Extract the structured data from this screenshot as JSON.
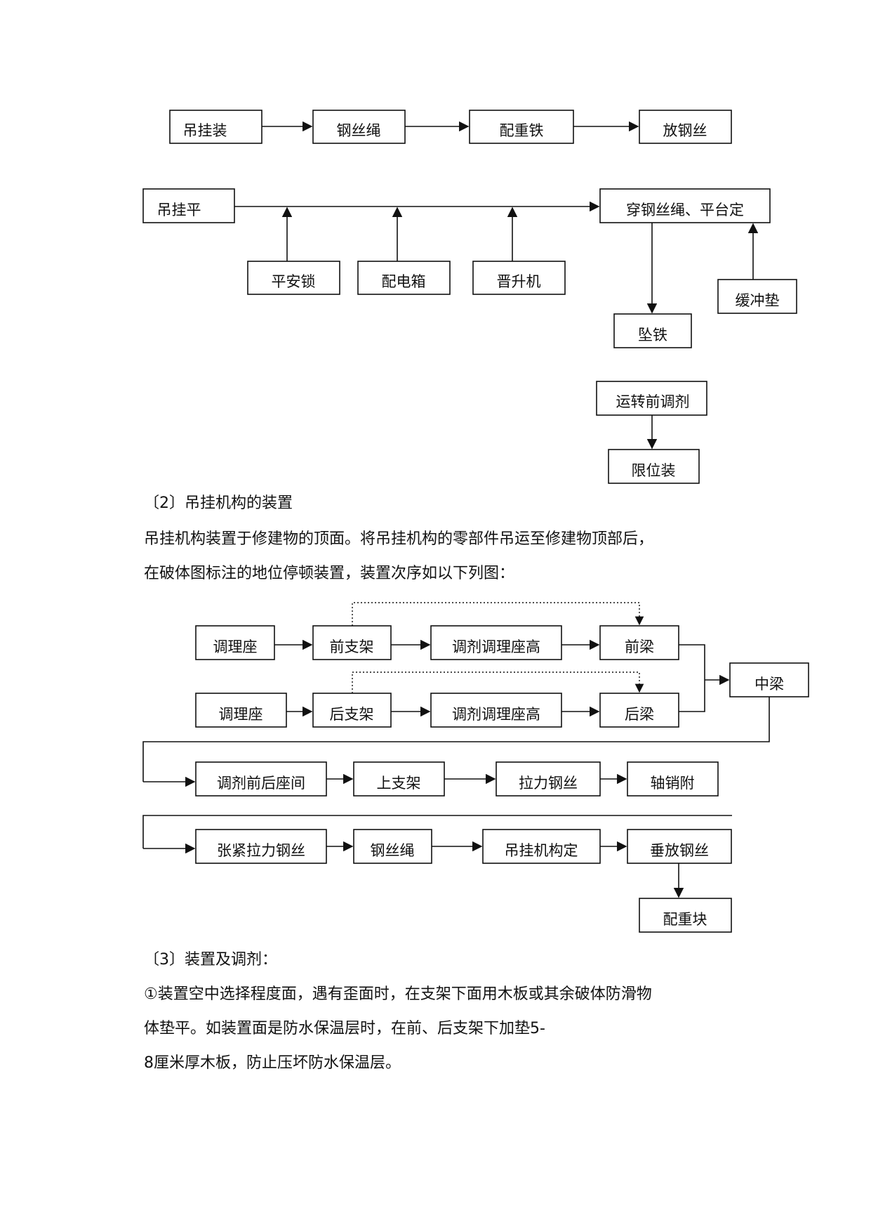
{
  "flow1": {
    "nodes": {
      "n1": "吊挂装",
      "n2": "钢丝绳",
      "n3": "配重铁",
      "n4": "放钢丝",
      "n5": "吊挂平",
      "n6": "穿钢丝绳、平台定",
      "n7": "平安锁",
      "n8": "配电箱",
      "n9": "晋升机",
      "n10": "缓冲垫",
      "n11": "坠铁",
      "n12": "运转前调剂",
      "n13": "限位装"
    }
  },
  "section2": {
    "heading": "〔2〕吊挂机构的装置",
    "para_line1": "吊挂机构装置于修建物的顶面。将吊挂机构的零部件吊运至修建物顶部后，",
    "para_line2": "在破体图标注的地位停顿装置，装置次序如以下列图："
  },
  "flow2": {
    "nodes": {
      "a1": "调理座",
      "a2": "前支架",
      "a3": "调剂调理座高",
      "a4": "前梁",
      "b1": "调理座",
      "b2": "后支架",
      "b3": "调剂调理座高",
      "b4": "后梁",
      "mid": "中梁",
      "c1": "调剂前后座间",
      "c2": "上支架",
      "c3": "拉力钢丝",
      "c4": "轴销附",
      "d1": "张紧拉力钢丝",
      "d2": "钢丝绳",
      "d3": "吊挂机构定",
      "d4": "垂放钢丝",
      "e1": "配重块"
    }
  },
  "section3": {
    "heading": "〔3〕装置及调剂：",
    "para_line1": "①装置空中选择程度面，遇有歪面时，在支架下面用木板或其余破体防滑物",
    "para_line2": "体垫平。如装置面是防水保温层时，在前、后支架下加垫5-",
    "para_line3": "8厘米厚木板，防止压坏防水保温层。"
  }
}
